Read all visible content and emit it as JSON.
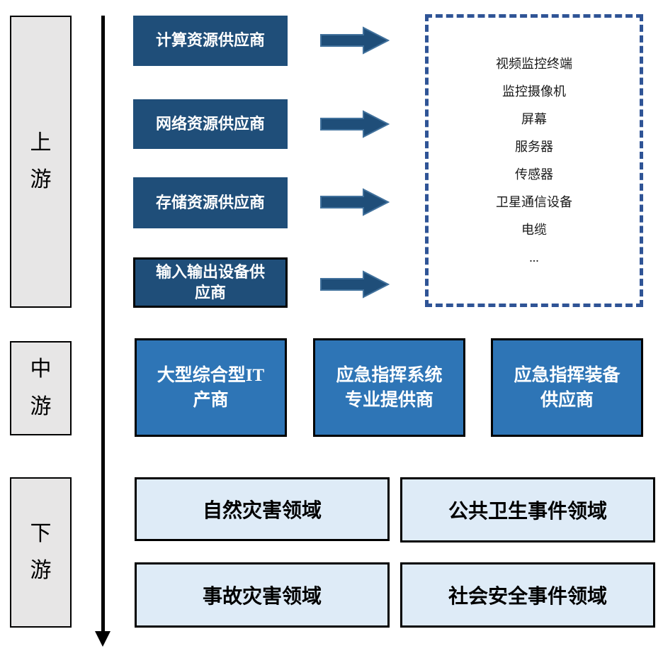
{
  "stages": [
    {
      "label": "上游"
    },
    {
      "label": "中游"
    },
    {
      "label": "下游"
    }
  ],
  "upstream": {
    "suppliers": [
      {
        "label": "计算资源供应商"
      },
      {
        "label": "网络资源供应商"
      },
      {
        "label": "存储资源供应商"
      },
      {
        "label": "输入输出设备供\n应商"
      }
    ],
    "products": [
      "视频监控终端",
      "监控摄像机",
      "屏幕",
      "服务器",
      "传感器",
      "卫星通信设备",
      "电缆",
      "..."
    ]
  },
  "midstream": {
    "providers": [
      {
        "label": "大型综合型IT\n产商"
      },
      {
        "label": "应急指挥系统\n专业提供商"
      },
      {
        "label": "应急指挥装备\n供应商"
      }
    ]
  },
  "downstream": {
    "fields": [
      "自然灾害领域",
      "公共卫生事件领域",
      "事故灾害领域",
      "社会安全事件领域"
    ]
  },
  "colors": {
    "upstream_box": "#1F4E79",
    "midstream_box": "#2E75B6",
    "downstream_box": "#DEEBF7",
    "stage_box": "#E7E6E6",
    "dashed_border": "#2F5496",
    "arrow_fill": "#1F4E79",
    "arrow_stroke": "#41719C",
    "axis": "#000000"
  }
}
